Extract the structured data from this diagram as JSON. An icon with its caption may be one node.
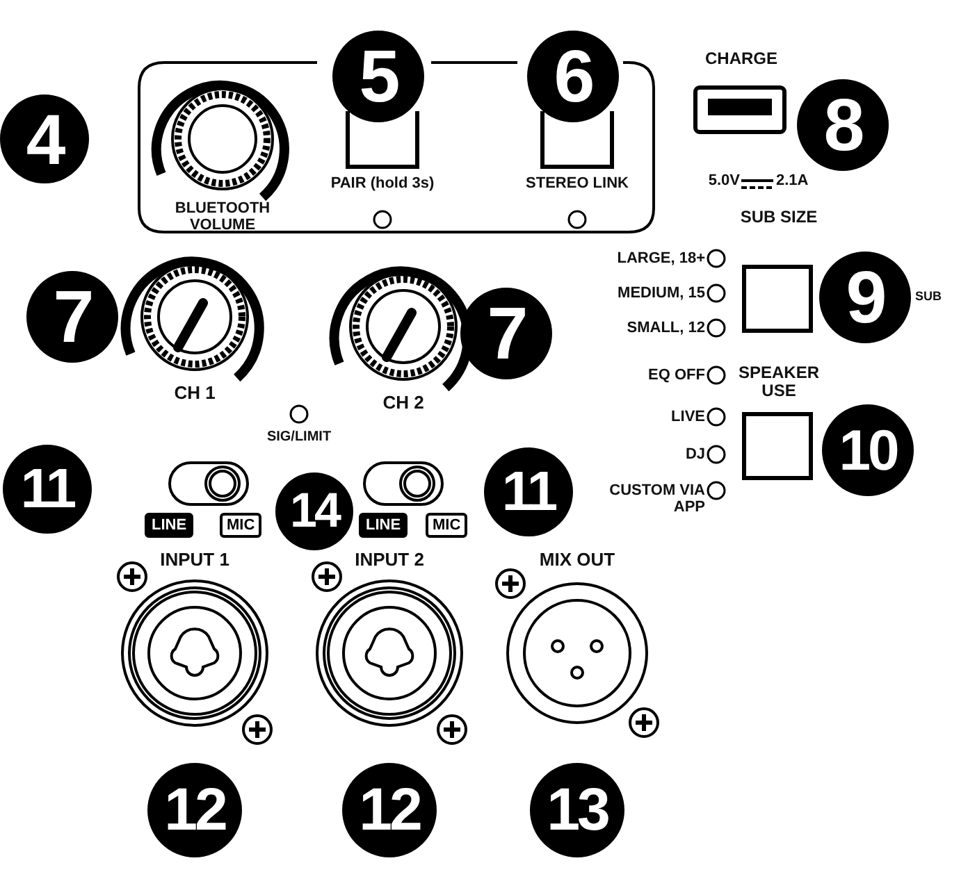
{
  "diagram": {
    "labels": [
      "5",
      "6",
      "4",
      "CHARGE",
      "8",
      "BLUETOOTH VOLUME",
      "PAIR (hold 3s)",
      "STEREO LINK",
      "5.0V",
      "2.1A",
      "SUB SIZE",
      "LARGE, 18+",
      "9",
      "SUB",
      "MEDIUM, 15",
      "SMALL, 12",
      "7",
      "7",
      "CH 1",
      "CH 2",
      "SIG/LIMIT",
      "EQ OFF",
      "SPEAKER USE",
      "LIVE",
      "10",
      "DJ",
      "11",
      "11",
      "14",
      "LINE",
      "MIC",
      "LINE",
      "MIC",
      "CUSTOM VIA APP",
      "INPUT 1",
      "INPUT 2",
      "MIX OUT",
      "12",
      "12",
      "13"
    ]
  }
}
